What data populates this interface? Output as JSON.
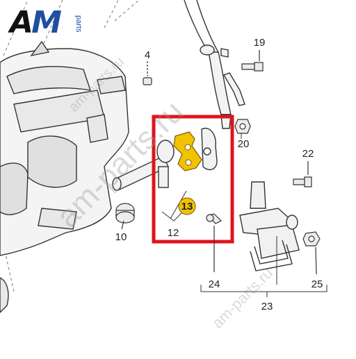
{
  "logo": {
    "letter_a": "A",
    "letter_m": "M",
    "suffix": "parts"
  },
  "watermarks": [
    "am-parts.ru",
    "am-parts.ru",
    "am-parts.ru"
  ],
  "callouts": [
    {
      "id": "c4",
      "label": "4"
    },
    {
      "id": "c19",
      "label": "19"
    },
    {
      "id": "c20",
      "label": "20"
    },
    {
      "id": "c22",
      "label": "22"
    },
    {
      "id": "c13",
      "label": "13",
      "highlighted": true
    },
    {
      "id": "c12",
      "label": "12"
    },
    {
      "id": "c10",
      "label": "10"
    },
    {
      "id": "c24",
      "label": "24"
    },
    {
      "id": "c25",
      "label": "25"
    },
    {
      "id": "c23",
      "label": "23"
    }
  ],
  "colors": {
    "highlight_frame": "#e0141c",
    "highlight_part": "#f2c200",
    "line": "#333333",
    "logo_blue": "#1f4fa0"
  }
}
